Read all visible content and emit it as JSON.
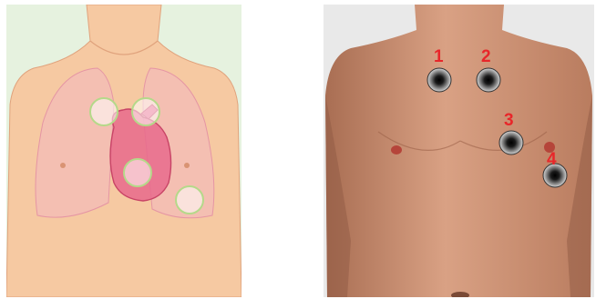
{
  "colors": {
    "illustration_background": "#e6f2df",
    "skin": "#f6c9a2",
    "lung": "#f2b7c0",
    "heart": "#e86a8c",
    "auscultation_ring": "#b5d98a",
    "photo_background": "#e9e9e9",
    "photo_skin": "#c98f70",
    "marker_label": "#e8262a"
  },
  "illustration": {
    "description_icon": "chest-illustration-icon",
    "auscultation_points": [
      {
        "id": "aortic"
      },
      {
        "id": "pulmonic"
      },
      {
        "id": "tricuspid"
      },
      {
        "id": "mitral"
      }
    ]
  },
  "photo": {
    "description_icon": "chest-photo-icon",
    "markers": [
      {
        "label": "1"
      },
      {
        "label": "2"
      },
      {
        "label": "3"
      },
      {
        "label": "4"
      }
    ]
  }
}
